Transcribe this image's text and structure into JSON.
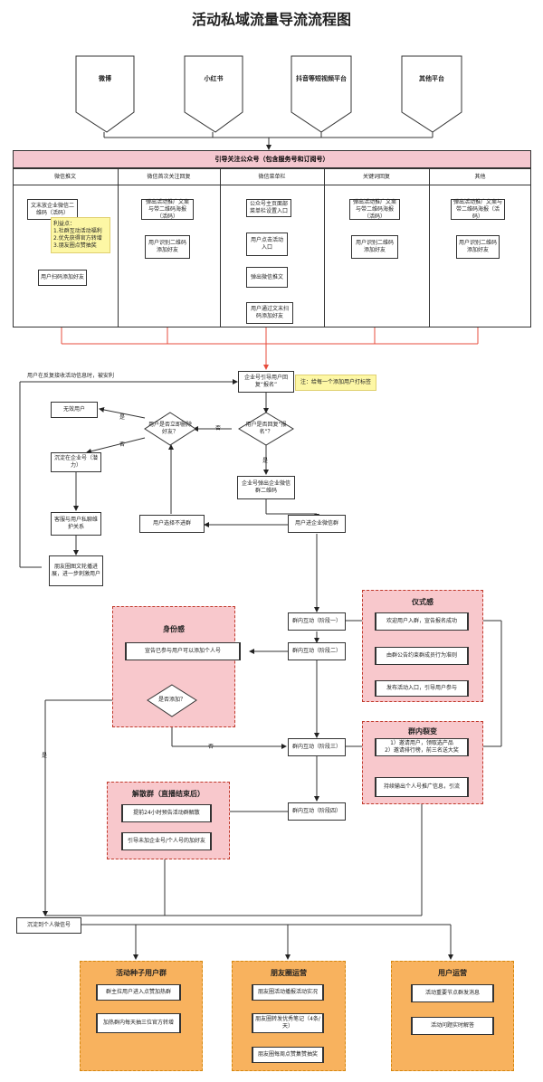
{
  "title": "活动私域流量导流流程图",
  "sources": [
    "微博",
    "小红书",
    "抖音等短视频平台",
    "其他平台"
  ],
  "band_header": "引导关注公众号（包含服务号和订阅号）",
  "columns": [
    "微信推文",
    "微信首次关注回复",
    "微信菜单栏",
    "关键词回复",
    "其他"
  ],
  "col1": {
    "box1": "文末放企业微信二维码（活码）",
    "note": "利益点：\n1.社群互动活动福利\n2.优先获得官方转增\n3.朋友圈点赞抽奖",
    "box2": "用户扫码添加好友"
  },
  "col2": {
    "box1": "弹出活动推广文案与带二维码海报（活码）",
    "box2": "用户识别二维码添加好友"
  },
  "col3": {
    "box1": "公众号主页面部菜单栏设置入口",
    "box2": "用户点击活动入口",
    "box3": "弹出微信推文",
    "box4": "用户通过文末扫码添加好友"
  },
  "col4": {
    "box1": "弹出活动推广文案与带二维码海报（活码）",
    "box2": "用户识别二维码添加好友"
  },
  "col5": {
    "box1": "弹出活动推广文案与带二维码海报（活码）",
    "box2": "用户识别二维码添加好友"
  },
  "flow": {
    "reply_note": "用户在反复接收活动信息时，被安利",
    "guide_box": "企业号引导用户回复“报名”",
    "tag_note": "注：给每一个添加用户打标签",
    "invalid": "无效用户",
    "deleted_q": "用户是否立即删除好友？",
    "replied_q": "用户是否回复“报名”？",
    "sink": "沉淀在企业号（潜力）",
    "private": "客服与用户私聊维护关系",
    "moments": "朋友圈图文轮播进展，进一步刺激用户",
    "pop_qr": "企业号弹出企业微信群二维码",
    "not_join": "用户选择不进群",
    "join": "用户进企业微信群",
    "yes": "是",
    "no": "否"
  },
  "stages": [
    "群内互动（阶段一）",
    "群内互动（阶段二）",
    "群内互动（阶段三）",
    "群内互动（阶段四）"
  ],
  "identity": {
    "title": "身份感",
    "box": "宣告已参与用户可以添加个人号",
    "q": "是否添加？"
  },
  "ritual": {
    "title": "仪式感",
    "items": [
      "欢迎用户入群，宣告报名成功",
      "由群公告约束群成员行为准则",
      "发布活动入口，引导用户参与"
    ]
  },
  "fission": {
    "title": "群内裂变",
    "items": [
      "1）邀请用户，领取选产品\n2）邀请排行榜，前三名送大奖",
      "持续输出个人号推广信息，引流"
    ]
  },
  "dissolve": {
    "title": "解散群（直播结束后）",
    "items": [
      "提前24小时预告活动群解散",
      "引导未加企业号/个人号的加好友"
    ]
  },
  "personal": "沉淀到个人微信号",
  "seed": {
    "title": "活动种子用户群",
    "items": [
      "群主拉用户进入点赞加热群",
      "加热群内每天抽三位官方转增"
    ]
  },
  "moments_ops": {
    "title": "朋友圈运营",
    "items": [
      "朋友圈活动播报活动实况",
      "朋友圈转发优秀笔记（4条/天）",
      "朋友圈每周点赞集赞抽奖"
    ]
  },
  "user_ops": {
    "title": "用户运营",
    "items": [
      "活动重要节点群发消息",
      "活动问题实时解答"
    ]
  }
}
